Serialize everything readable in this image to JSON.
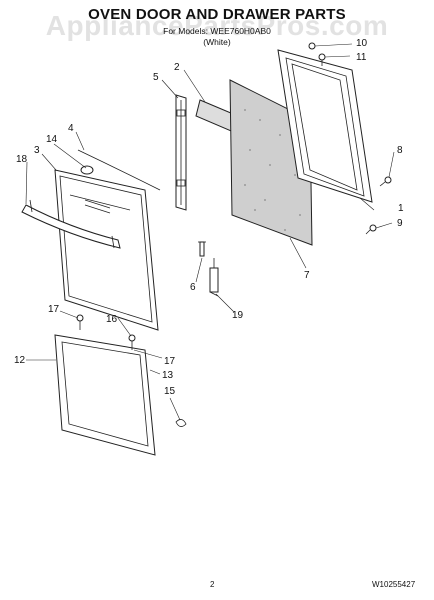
{
  "header": {
    "title": "OVEN DOOR AND DRAWER PARTS",
    "model_line": "For Models: WEE760H0AB0",
    "color_line": "(White)",
    "watermark": "AppliancePartsPros.com"
  },
  "footer": {
    "page_number": "2",
    "document_number": "W10255427"
  },
  "callouts": [
    "1",
    "2",
    "3",
    "4",
    "5",
    "6",
    "7",
    "8",
    "9",
    "10",
    "11",
    "12",
    "13",
    "14",
    "15",
    "16",
    "17",
    "17",
    "18",
    "19"
  ]
}
